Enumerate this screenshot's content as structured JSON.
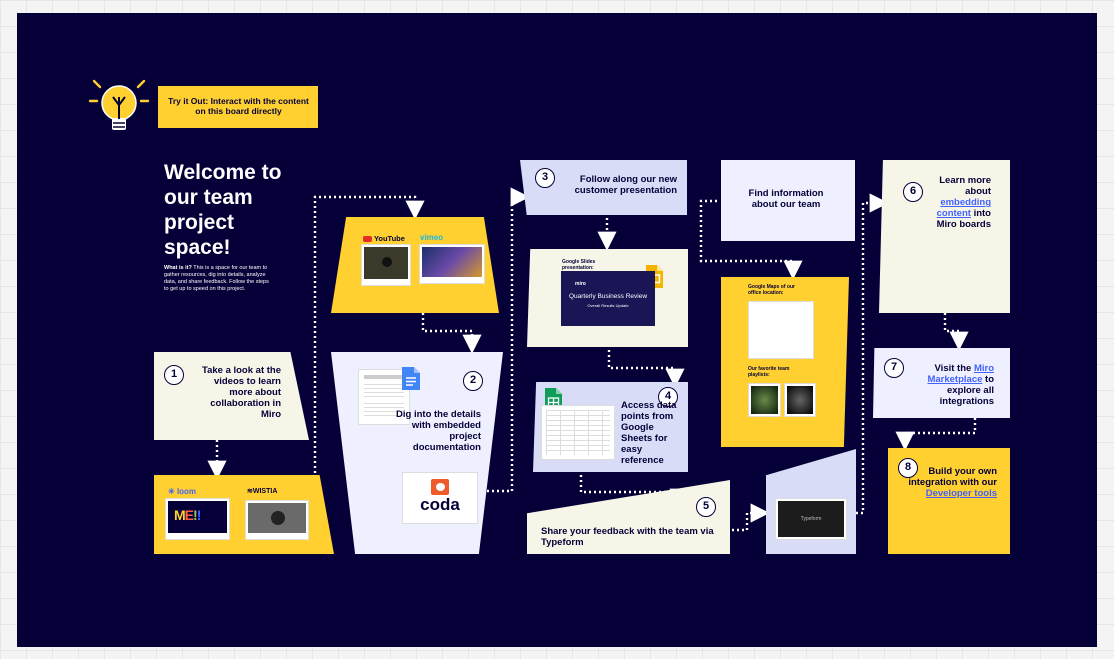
{
  "tip": {
    "text": "Try it Out: Interact with the content on this board directly"
  },
  "welcome": {
    "title": "Welcome to our team project space!",
    "desc_bold": "What is it?",
    "desc": "This is a space for our team to gather resources, dig into details, analyze data, and share feedback. Follow the steps to get up to speed on this project."
  },
  "steps": [
    {
      "num": "1",
      "text": "Take a look at the videos to learn more about collaboration in Miro"
    },
    {
      "num": "2",
      "text": "Dig into the details with embedded project documentation"
    },
    {
      "num": "3",
      "text": "Follow along our new customer presentation"
    },
    {
      "num": "4",
      "text": "Access data points from Google Sheets for easy reference"
    },
    {
      "num": "5",
      "text": "Share your feedback with the team via Typeform"
    },
    {
      "num": "6",
      "text_pre": "Learn more about",
      "link": "embedding content",
      "text_post": "into Miro boards"
    },
    {
      "num": "7",
      "text_pre": "Visit the",
      "link": "Miro Marketplace",
      "text_post": "to explore all integrations"
    },
    {
      "num": "8",
      "text_pre": "Build your own integration with our",
      "link": "Developer tools",
      "text_post": ""
    }
  ],
  "info": {
    "text": "Find information about our team"
  },
  "media": {
    "youtube": "YouTube",
    "vimeo": "vimeo",
    "loom": "loom",
    "wistia": "WISTIA",
    "coda": "coda",
    "slides_caption": "Google Slides presentation:",
    "qbr_title": "Quarterly Business Review",
    "qbr_sub": "Overall Results Update",
    "miro_logo": "miro",
    "maps_caption": "Google Maps of our office location:",
    "playlists_caption": "Our favorite team playlists:",
    "typeform": "Typeform"
  },
  "colors": {
    "board": "#050038",
    "yellow": "#ffd02f",
    "cream": "#f7f5e8",
    "lavender": "#d8dcf7",
    "light_blue": "#eef0ff",
    "link": "#4262ff"
  },
  "icons": [
    "lightbulb-icon",
    "youtube-logo-icon",
    "google-docs-icon",
    "google-sheets-icon",
    "google-slides-icon",
    "coda-logo-icon",
    "loom-logo-icon",
    "wistia-logo-icon",
    "play-icon"
  ]
}
